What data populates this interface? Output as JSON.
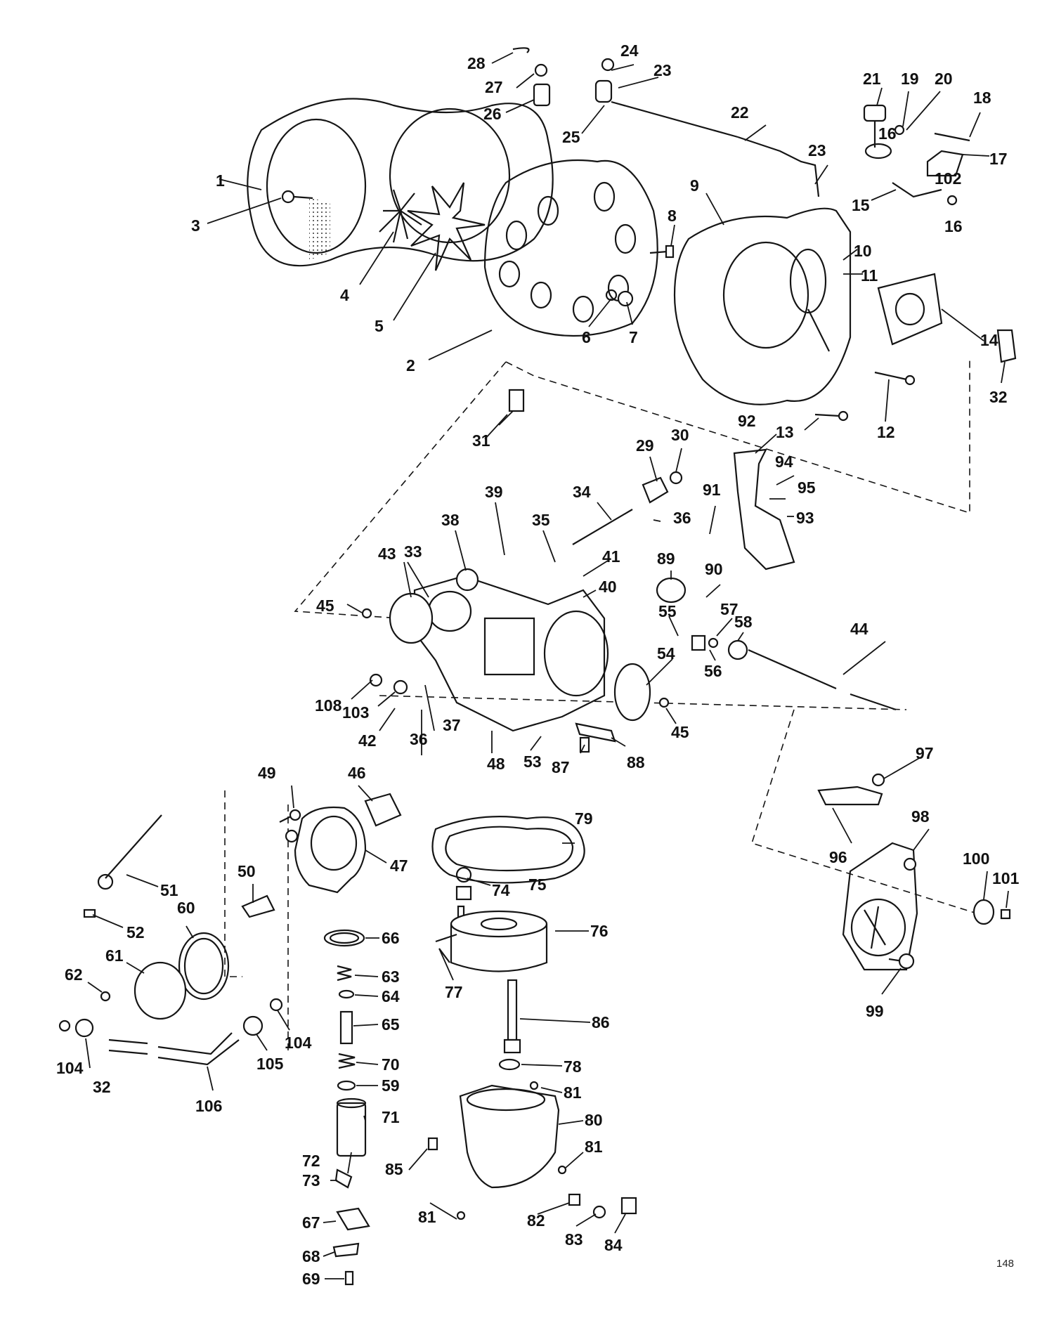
{
  "figure_number": "148",
  "callouts": [
    "1",
    "2",
    "3",
    "4",
    "5",
    "6",
    "7",
    "8",
    "9",
    "10",
    "11",
    "12",
    "13",
    "14",
    "15",
    "16",
    "16",
    "17",
    "18",
    "19",
    "20",
    "21",
    "22",
    "23",
    "23",
    "24",
    "25",
    "26",
    "27",
    "28",
    "29",
    "30",
    "31",
    "32",
    "32",
    "33",
    "34",
    "35",
    "36",
    "36",
    "37",
    "38",
    "39",
    "40",
    "41",
    "42",
    "43",
    "44",
    "45",
    "45",
    "46",
    "47",
    "48",
    "49",
    "50",
    "51",
    "52",
    "53",
    "54",
    "55",
    "56",
    "57",
    "58",
    "59",
    "60",
    "61",
    "62",
    "63",
    "64",
    "65",
    "66",
    "67",
    "68",
    "69",
    "70",
    "71",
    "72",
    "73",
    "74",
    "75",
    "76",
    "77",
    "78",
    "79",
    "80",
    "81",
    "81",
    "81",
    "81",
    "82",
    "83",
    "84",
    "85",
    "86",
    "87",
    "88",
    "89",
    "90",
    "91",
    "92",
    "93",
    "94",
    "95",
    "96",
    "97",
    "98",
    "99",
    "100",
    "101",
    "102",
    "103",
    "104",
    "104",
    "105",
    "106",
    "108"
  ]
}
